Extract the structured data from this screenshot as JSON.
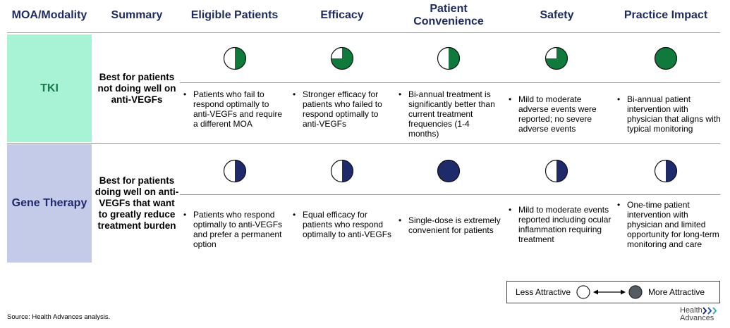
{
  "headers": {
    "modality": "MOA/Modality",
    "summary": "Summary",
    "eligible": "Eligible Patients",
    "efficacy": "Efficacy",
    "convenience": "Patient Convenience",
    "safety": "Safety",
    "impact": "Practice Impact"
  },
  "rows": {
    "tki": {
      "modality": "TKI",
      "summary": "Best for patients not doing well on anti-VEGFs",
      "color": "#0f7a3c",
      "ratings": [
        0.5,
        0.75,
        0.5,
        0.75,
        1.0
      ],
      "bullets": [
        "Patients who fail to respond optimally to anti-VEGFs and require a different MOA",
        "Stronger efficacy for patients who failed to respond optimally to anti-VEGFs",
        "Bi-annual treatment is significantly better than current treatment frequencies (1-4 months)",
        "Mild to moderate adverse events were reported; no severe adverse events",
        "Bi-annual patient intervention with physician that aligns with typical monitoring"
      ]
    },
    "gene": {
      "modality": "Gene Therapy",
      "summary": "Best for patients doing well on anti-VEGFs that want to greatly reduce treatment burden",
      "color": "#1f2a6a",
      "ratings": [
        0.5,
        0.5,
        1.0,
        0.5,
        0.5
      ],
      "bullets": [
        "Patients who respond optimally to anti-VEGFs and prefer a permanent option",
        "Equal efficacy for patients who respond optimally to anti-VEGFs",
        "Single-dose is extremely convenient for patients",
        "Mild to moderate events reported including ocular inflammation requiring treatment",
        "One-time patient intervention with physician and limited opportunity for long-term monitoring and care"
      ]
    }
  },
  "legend": {
    "less": "Less Attractive",
    "more": "More Attractive"
  },
  "footer": {
    "source": "Source:  Health Advances analysis.",
    "logo_line1": "Health",
    "logo_line2": "Advances"
  }
}
